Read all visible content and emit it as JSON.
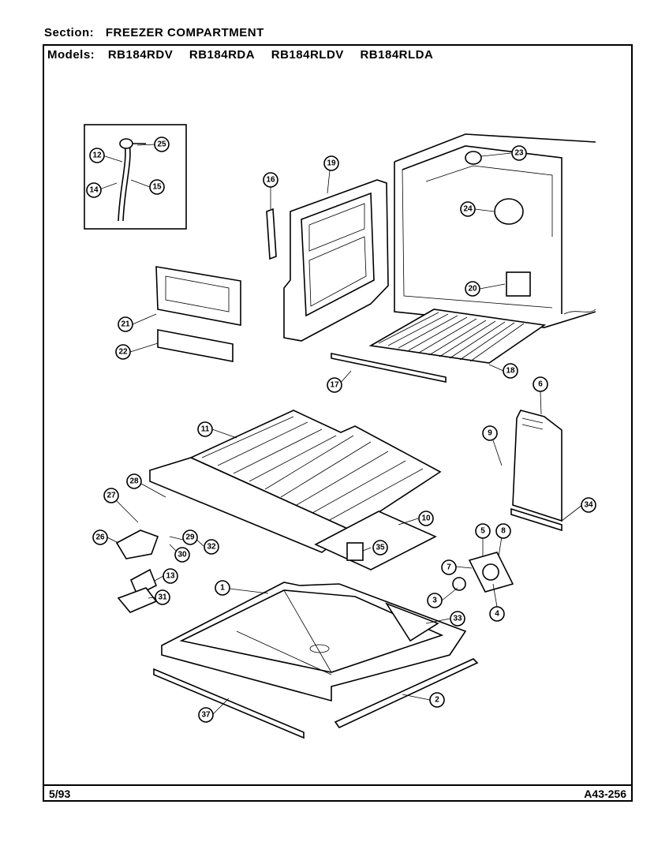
{
  "header": {
    "section_label": "Section:",
    "section_value": "FREEZER COMPARTMENT",
    "models_label": "Models:",
    "models": [
      "RB184RDV",
      "RB184RDA",
      "RB184RLDV",
      "RB184RLDA"
    ]
  },
  "footer": {
    "date": "5/93",
    "code": "A43-256"
  },
  "callouts": [
    {
      "id": "c12",
      "label": "12"
    },
    {
      "id": "c25",
      "label": "25"
    },
    {
      "id": "c14",
      "label": "14"
    },
    {
      "id": "c15",
      "label": "15"
    },
    {
      "id": "c16",
      "label": "16"
    },
    {
      "id": "c19",
      "label": "19"
    },
    {
      "id": "c23",
      "label": "23"
    },
    {
      "id": "c24",
      "label": "24"
    },
    {
      "id": "c20",
      "label": "20"
    },
    {
      "id": "c21",
      "label": "21"
    },
    {
      "id": "c22",
      "label": "22"
    },
    {
      "id": "c17",
      "label": "17"
    },
    {
      "id": "c18",
      "label": "18"
    },
    {
      "id": "c6",
      "label": "6"
    },
    {
      "id": "c11",
      "label": "11"
    },
    {
      "id": "c9",
      "label": "9"
    },
    {
      "id": "c34",
      "label": "34"
    },
    {
      "id": "c28",
      "label": "28"
    },
    {
      "id": "c27",
      "label": "27"
    },
    {
      "id": "c26",
      "label": "26"
    },
    {
      "id": "c29",
      "label": "29"
    },
    {
      "id": "c30",
      "label": "30"
    },
    {
      "id": "c32",
      "label": "32"
    },
    {
      "id": "c10",
      "label": "10"
    },
    {
      "id": "c35",
      "label": "35"
    },
    {
      "id": "c5",
      "label": "5"
    },
    {
      "id": "c8",
      "label": "8"
    },
    {
      "id": "c7",
      "label": "7"
    },
    {
      "id": "c13",
      "label": "13"
    },
    {
      "id": "c31",
      "label": "31"
    },
    {
      "id": "c1",
      "label": "1"
    },
    {
      "id": "c3",
      "label": "3"
    },
    {
      "id": "c4",
      "label": "4"
    },
    {
      "id": "c33",
      "label": "33"
    },
    {
      "id": "c2",
      "label": "2"
    },
    {
      "id": "c37",
      "label": "37"
    }
  ]
}
